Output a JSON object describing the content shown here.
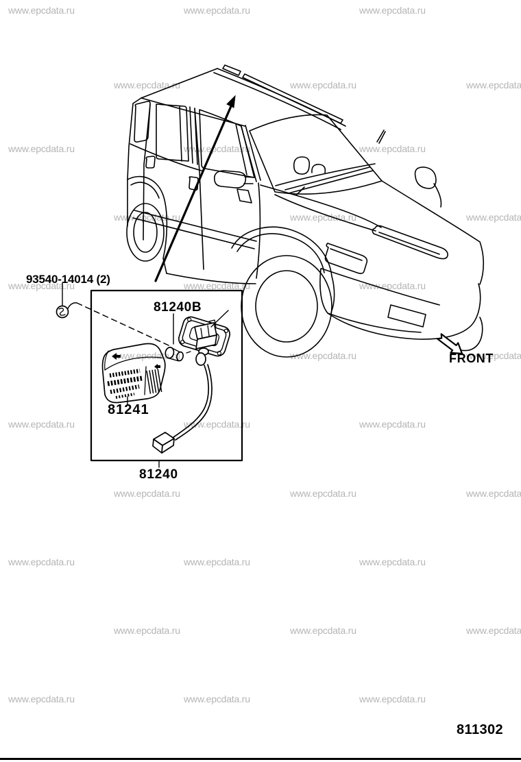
{
  "page": {
    "background": "#ffffff",
    "line_color": "#000000"
  },
  "watermark": {
    "text": "www.epcdata.ru",
    "color": "#b5b5b5"
  },
  "labels": {
    "screw_part": "93540-14014 (2)",
    "bulb_part": "81240B",
    "lens_part": "81241",
    "assembly_part": "81240",
    "front": "FRONT",
    "diagram_code": "811302"
  },
  "icons": {
    "front_direction_arrow": "block-arrow-pointing-southeast",
    "location_pointer_arrow": "thin-arrow-pointing-to-roof-lamp-location"
  }
}
